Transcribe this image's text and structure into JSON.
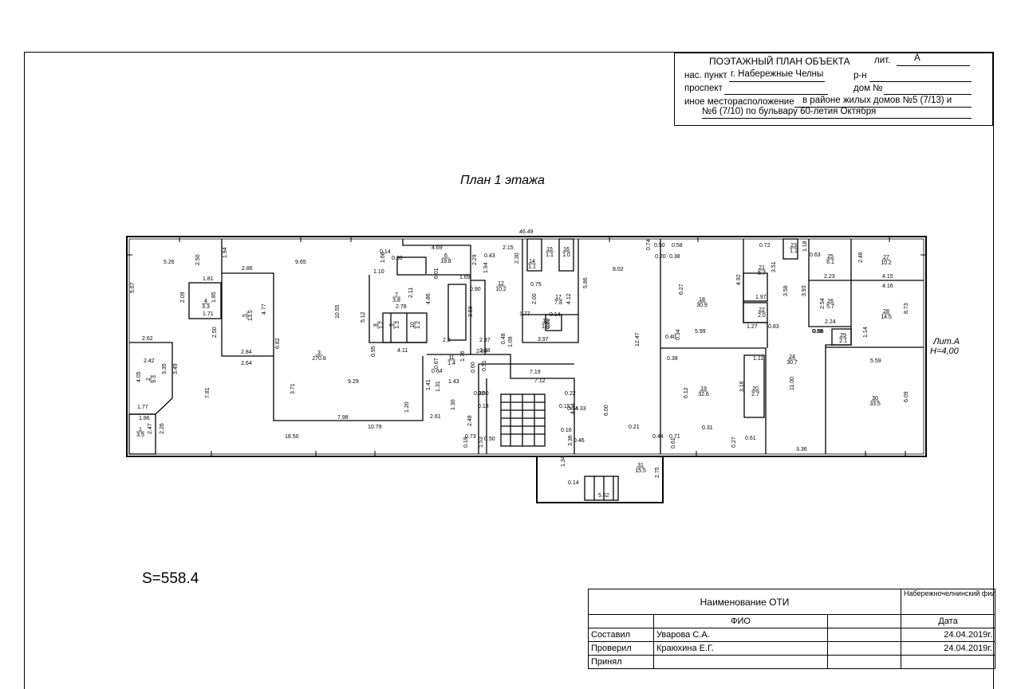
{
  "stamp": {
    "title": "ПОЭТАЖНЫЙ ПЛАН ОБЪЕКТА",
    "lit_label": "лит.",
    "lit_value": "А",
    "settlement_label": "нас. пункт",
    "settlement_value": "г. Набережные Челны",
    "district_label": "р-н",
    "avenue_label": "проспект",
    "house_label": "дом №",
    "other_location_label": "иное месторасположение",
    "other_location_value_1": "в районе жилых домов №5 (7/13) и",
    "other_location_value_2": "№6 (7/10) по бульвару 60-летия Октября"
  },
  "plan": {
    "title": "План 1 этажа",
    "overall_length": "46.49",
    "lit_tag": "Лит.А",
    "height_tag": "Н=4,00",
    "dimensions": [
      "5.26",
      "2.50",
      "1.94",
      "2.86",
      "9.65",
      "0.14",
      "1.66",
      "0.30",
      "4.69",
      "2.15",
      "2.30",
      "8.02",
      "0.50",
      "0.58",
      "0.72",
      "1.18",
      "2.46",
      "5.67",
      "1.81",
      "1.85",
      "2.09",
      "1.71",
      "4.77",
      "10.55",
      "5.12",
      "1.10",
      "6.01",
      "2.29",
      "1.94",
      "0.43",
      "0.90",
      "1.69",
      "0.75",
      "2.00",
      "4.12",
      "5.86",
      "0.20",
      "0.38",
      "6.27",
      "4.92",
      "3.51",
      "1.97",
      "3.58",
      "3.93",
      "2.23",
      "4.16",
      "4.15",
      "2.54",
      "0.98",
      "2.24",
      "8.73",
      "2.50",
      "2.84",
      "2.64",
      "6.82",
      "2.78",
      "2.11",
      "4.86",
      "3.58",
      "1.77",
      "0.14",
      "3.97",
      "0.82",
      "2.37",
      "2.84",
      "0.95",
      "4.11",
      "2.2",
      "1.76",
      "2.68",
      "1.09",
      "0.48",
      "5.99",
      "0.40",
      "0.34",
      "0.38",
      "1.27",
      "0.83",
      "0.88",
      "1.14",
      "5.59",
      "12.47",
      "2.62",
      "2.42",
      "4.05",
      "3.35",
      "3.49",
      "7.81",
      "3.71",
      "9.29",
      "1.41",
      "1.31",
      "0.67",
      "0.64",
      "1.43",
      "0.60",
      "0.51",
      "7.19",
      "7.12",
      "1.11",
      "6.12",
      "3.16",
      "11.00",
      "6.09",
      "1.77",
      "1.86",
      "2.26",
      "2.47",
      "7.98",
      "10.79",
      "1.20",
      "2.61",
      "1.30",
      "0.30",
      "0.50",
      "0.18",
      "0.15",
      "0.22",
      "0.14",
      "4.33",
      "4.54",
      "6.00",
      "0.31",
      "0.61",
      "0.27",
      "0.73",
      "0.19",
      "0.50",
      "1.53",
      "0.16",
      "0.46",
      "3.36",
      "0.21",
      "0.44",
      "0.71",
      "0.61",
      "3.36",
      "2.48",
      "18.50",
      "1.34",
      "0.14",
      "2.75",
      "5.62",
      "0.74",
      "0.63"
    ],
    "rooms": [
      {
        "num": "1",
        "area": "3.5"
      },
      {
        "num": "2",
        "area": "9.3"
      },
      {
        "num": "3",
        "area": "270.8"
      },
      {
        "num": "4",
        "area": "3.3"
      },
      {
        "num": "5",
        "area": "13.5"
      },
      {
        "num": "6",
        "area": "19.8"
      },
      {
        "num": "7",
        "area": "3.8"
      },
      {
        "num": "8",
        "area": "1.2"
      },
      {
        "num": "9",
        "area": "1.3"
      },
      {
        "num": "10",
        "area": "1.2"
      },
      {
        "num": "11",
        "area": "1.4"
      },
      {
        "num": "12",
        "area": "10.2"
      },
      {
        "num": "13",
        "area": "1.0"
      },
      {
        "num": "14",
        "area": "1.1"
      },
      {
        "num": "15",
        "area": "1.1"
      },
      {
        "num": "16",
        "area": "1.0"
      },
      {
        "num": "17",
        "area": "7.8"
      },
      {
        "num": "18",
        "area": "30.9"
      },
      {
        "num": "19",
        "area": "32.6"
      },
      {
        "num": "20",
        "area": "2.7"
      },
      {
        "num": "21",
        "area": "5.7"
      },
      {
        "num": "22",
        "area": "2.0"
      },
      {
        "num": "23",
        "area": "1.1"
      },
      {
        "num": "24",
        "area": "30.7"
      },
      {
        "num": "25",
        "area": "6.1"
      },
      {
        "num": "26",
        "area": "5.7"
      },
      {
        "num": "27",
        "area": "10.2"
      },
      {
        "num": "28",
        "area": "14.5"
      },
      {
        "num": "29",
        "area": "2.1"
      },
      {
        "num": "30",
        "area": "33.5"
      },
      {
        "num": "31",
        "area": "15.5"
      }
    ]
  },
  "total_area": "S=558.4",
  "table": {
    "name_label": "Наименование ОТИ",
    "org": "Набережночелнинский филиал АО «БТИ РТ»",
    "fio_header": "ФИО",
    "date_header": "Дата",
    "rows": [
      {
        "role": "Составил",
        "name": "Уварова С.А.",
        "date": "24.04.2019г."
      },
      {
        "role": "Проверил",
        "name": "Краюхина Е.Г.",
        "date": "24.04.2019г."
      },
      {
        "role": "Принял",
        "name": "",
        "date": ""
      }
    ]
  }
}
